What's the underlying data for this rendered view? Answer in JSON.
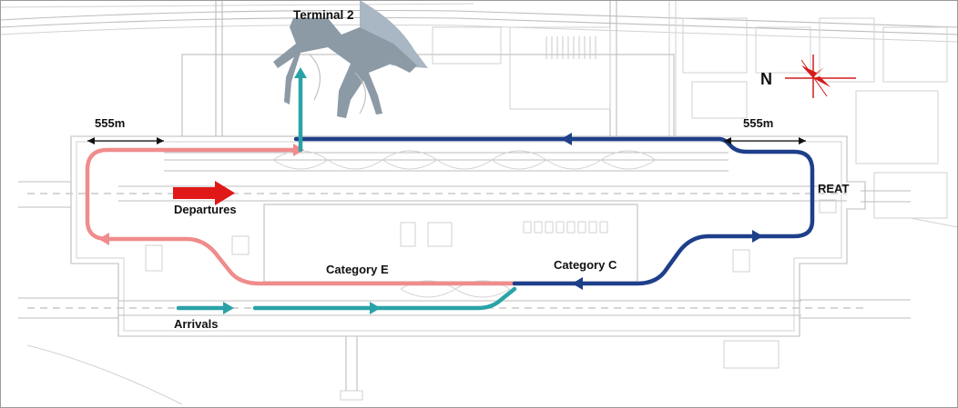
{
  "labels": {
    "terminal": "Terminal 2",
    "dist_left": "555m",
    "dist_right": "555m",
    "reat": "REAT",
    "departures": "Departures",
    "arrivals": "Arrivals",
    "category_e": "Category E",
    "category_c": "Category C",
    "north": "N"
  },
  "colors": {
    "pink_route": "#f08c8c",
    "navy_route": "#1e3f8a",
    "teal_route": "#2aa3a8",
    "departures_arrow": "#e01818",
    "compass": "#d41a1a",
    "terminal_building": "#8c9aa6",
    "water": "#a9b6c4"
  }
}
